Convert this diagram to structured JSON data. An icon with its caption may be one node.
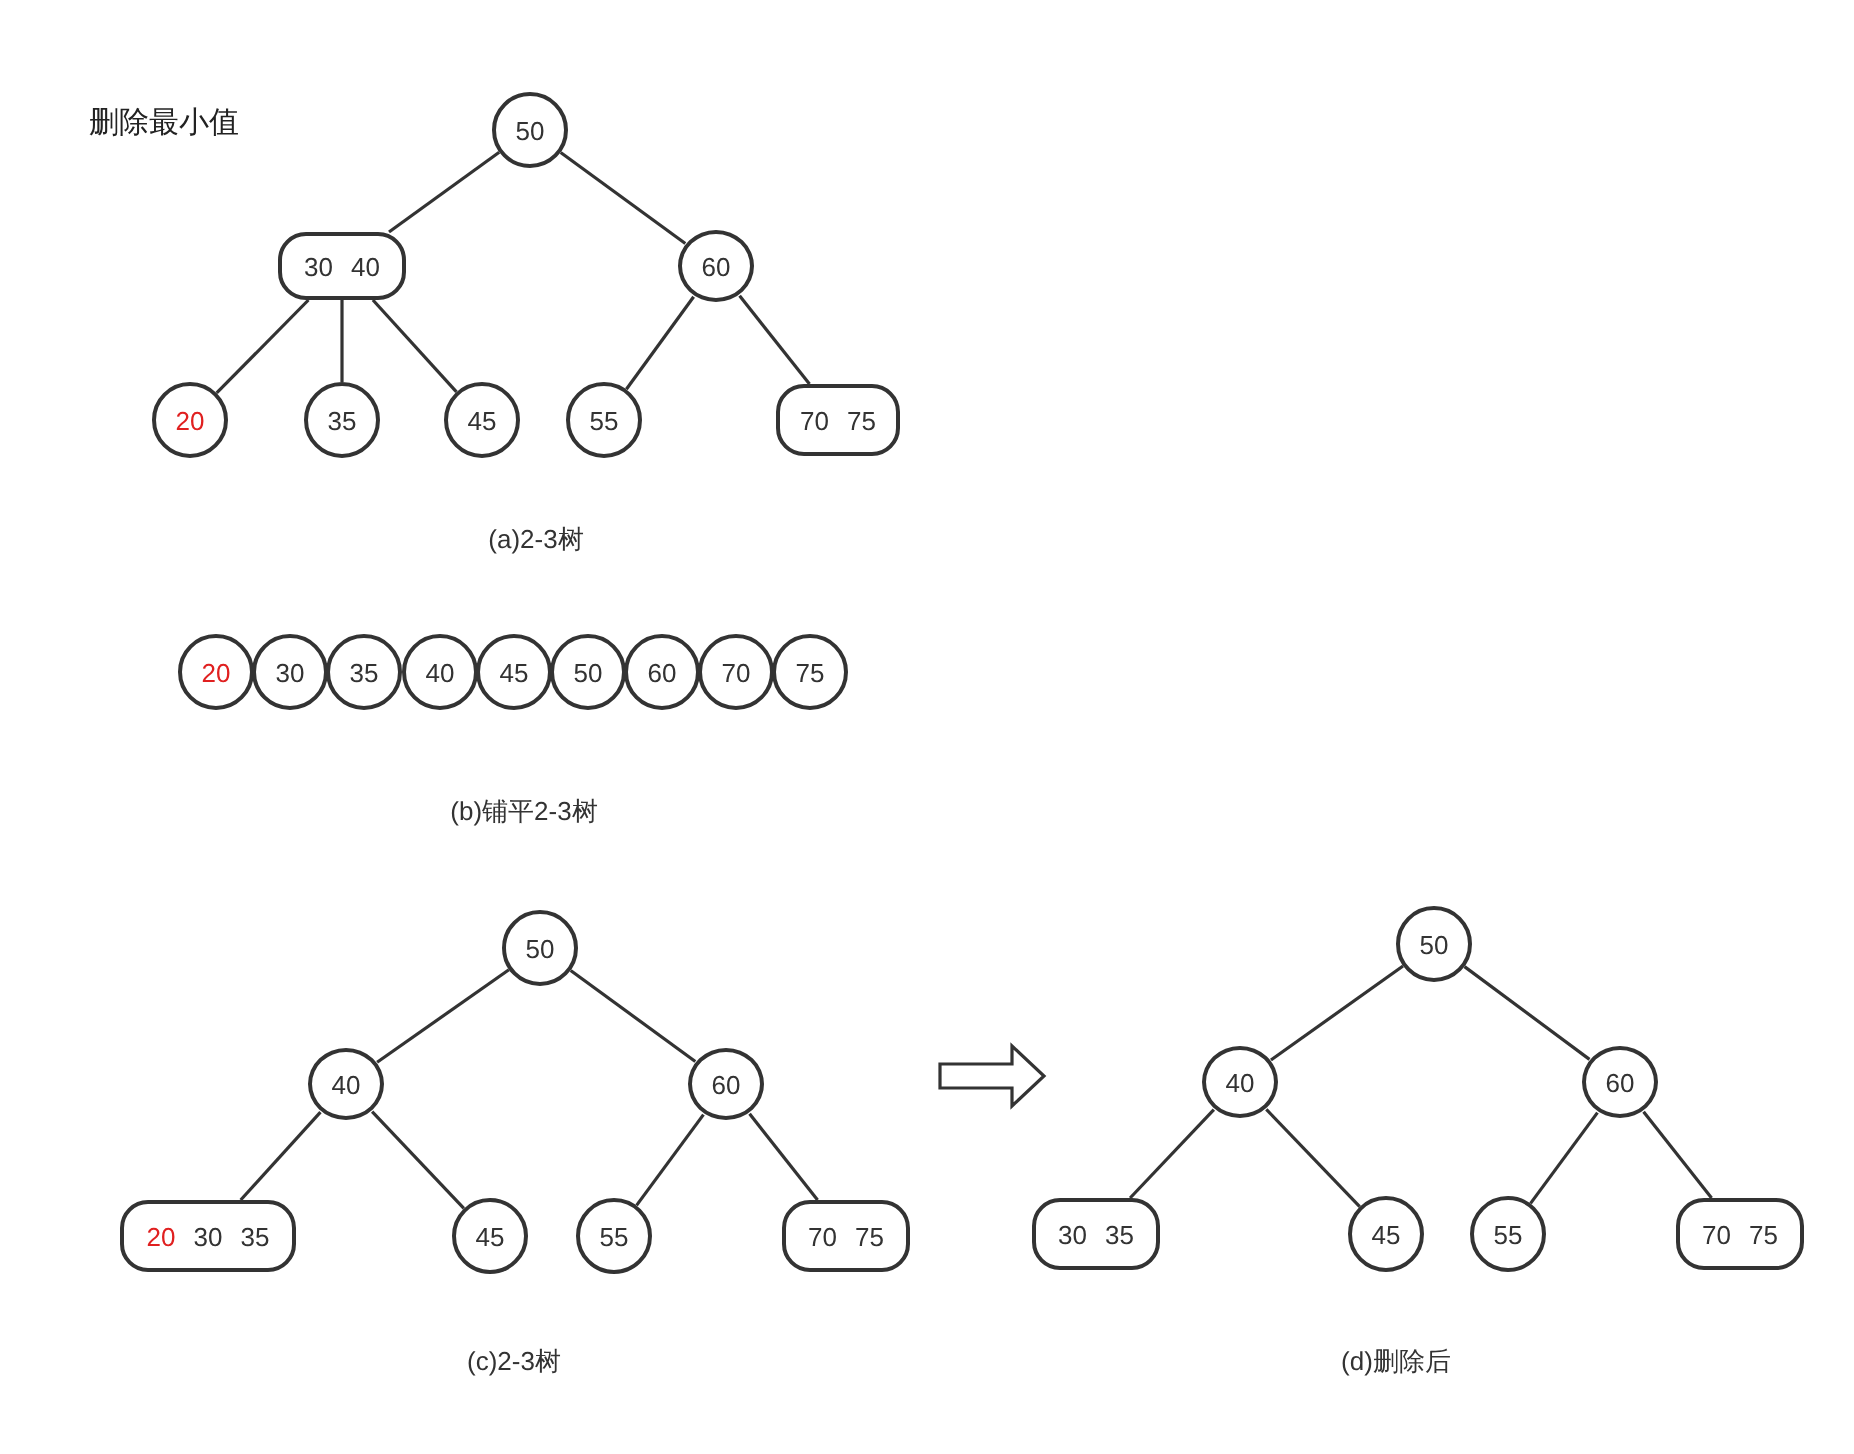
{
  "diagram": {
    "title": "删除最小值",
    "nodes": [
      {
        "text": [
          "50"
        ]
      },
      {
        "text": [
          "30",
          "40"
        ]
      },
      {
        "text": [
          "60"
        ]
      },
      {
        "text": [
          "20"
        ]
      },
      {
        "text": [
          "35"
        ]
      },
      {
        "text": [
          "45"
        ]
      },
      {
        "text": [
          "55"
        ]
      },
      {
        "text": [
          "70",
          "75"
        ]
      },
      {
        "text": [
          "20"
        ]
      },
      {
        "text": [
          "30"
        ]
      },
      {
        "text": [
          "35"
        ]
      },
      {
        "text": [
          "40"
        ]
      },
      {
        "text": [
          "45"
        ]
      },
      {
        "text": [
          "50"
        ]
      },
      {
        "text": [
          "60"
        ]
      },
      {
        "text": [
          "70"
        ]
      },
      {
        "text": [
          "75"
        ]
      },
      {
        "text": [
          "50"
        ]
      },
      {
        "text": [
          "40"
        ]
      },
      {
        "text": [
          "60"
        ]
      },
      {
        "text": [
          "20",
          "30",
          "35"
        ]
      },
      {
        "text": [
          "45"
        ]
      },
      {
        "text": [
          "55"
        ]
      },
      {
        "text": [
          "70",
          "75"
        ]
      },
      {
        "text": [
          "50"
        ]
      },
      {
        "text": [
          "40"
        ]
      },
      {
        "text": [
          "60"
        ]
      },
      {
        "text": [
          "30",
          "35"
        ]
      },
      {
        "text": [
          "45"
        ]
      },
      {
        "text": [
          "55"
        ]
      },
      {
        "text": [
          "70",
          "75"
        ]
      }
    ],
    "edges": [
      {
        "from": 0,
        "to": 1,
        "arrow": "none"
      },
      {
        "from": 0,
        "to": 2,
        "arrow": "none"
      },
      {
        "from": 1,
        "to": 3,
        "arrow": "none"
      },
      {
        "from": 1,
        "to": 4,
        "arrow": "none"
      },
      {
        "from": 1,
        "to": 5,
        "arrow": "none"
      },
      {
        "from": 2,
        "to": 6,
        "arrow": "none"
      },
      {
        "from": 2,
        "to": 7,
        "arrow": "none"
      },
      {
        "from": 17,
        "to": 18,
        "arrow": "none"
      },
      {
        "from": 17,
        "to": 19,
        "arrow": "none"
      },
      {
        "from": 18,
        "to": 20,
        "arrow": "none"
      },
      {
        "from": 18,
        "to": 21,
        "arrow": "none"
      },
      {
        "from": 19,
        "to": 22,
        "arrow": "none"
      },
      {
        "from": 19,
        "to": 23,
        "arrow": "none"
      },
      {
        "from": 24,
        "to": 25,
        "arrow": "none"
      },
      {
        "from": 24,
        "to": 26,
        "arrow": "none"
      },
      {
        "from": 25,
        "to": 27,
        "arrow": "none"
      },
      {
        "from": 25,
        "to": 28,
        "arrow": "none"
      },
      {
        "from": 26,
        "to": 29,
        "arrow": "none"
      },
      {
        "from": 26,
        "to": 30,
        "arrow": "none"
      }
    ],
    "labels": [
      "(a)2-3树",
      "(b)铺平2-3树",
      "(c)2-3树",
      "(d)删除后"
    ]
  }
}
